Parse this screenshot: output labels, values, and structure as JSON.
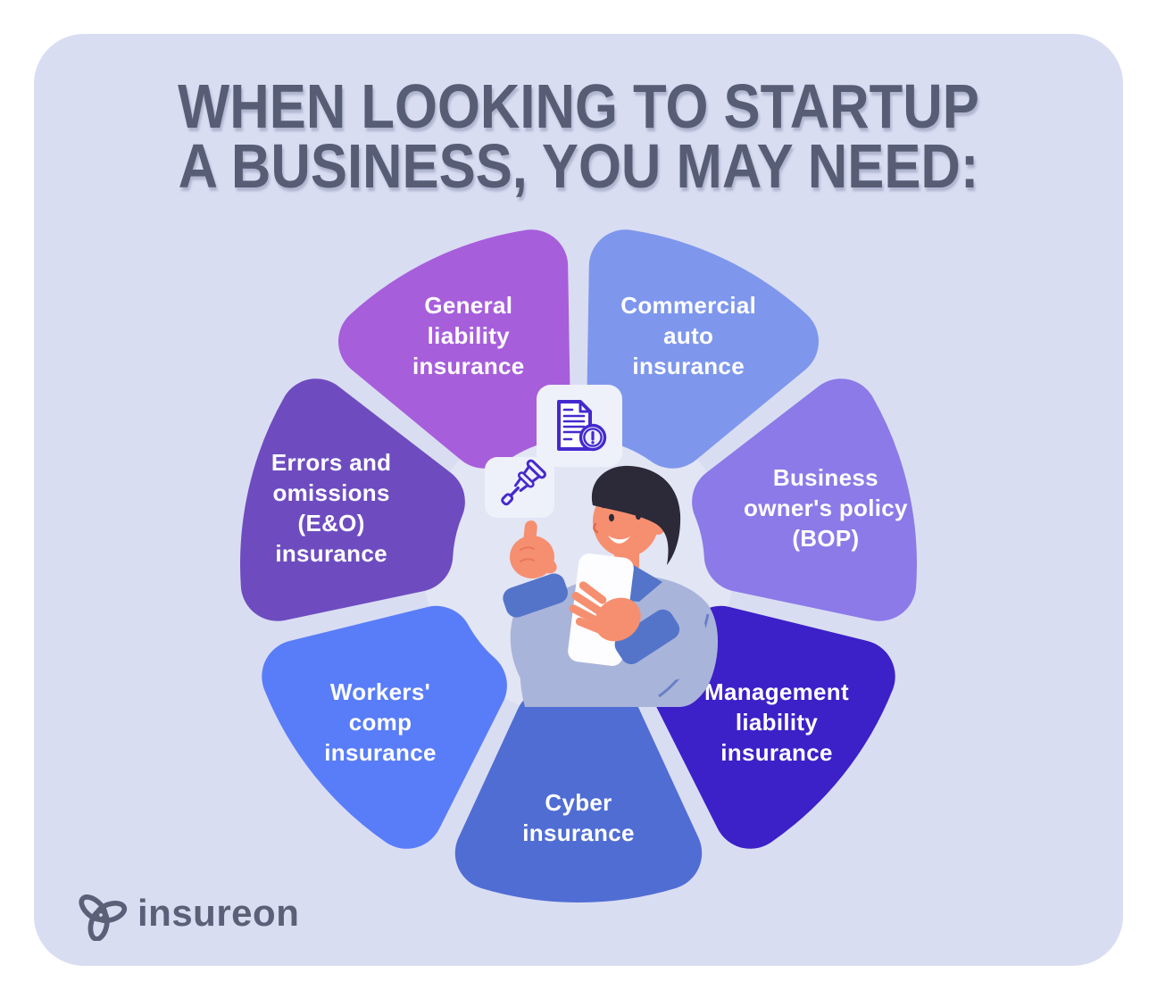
{
  "title": {
    "line1": "WHEN LOOKING TO STARTUP",
    "line2": "A BUSINESS, YOU MAY NEED:"
  },
  "logo": {
    "text": "insureon"
  },
  "colors": {
    "page_background": "#ffffff",
    "panel_background": "#d9ddf2",
    "center_disk": "#e2e5f4",
    "title_text": "#575d74",
    "petal_label_text": "#ffffff",
    "icon_card_background": "#eff1fa",
    "icon_stroke": "#4529ce",
    "logo_color": "#5b6078"
  },
  "diagram": {
    "type": "radial-petal-diagram",
    "center_illustration": "man-pointing-up-holding-tablet",
    "icons": [
      {
        "name": "insurance-policy-document-alert-icon"
      },
      {
        "name": "crutch-icon"
      }
    ],
    "petals": [
      {
        "id": "general-liability",
        "label": "General liability insurance",
        "lines": [
          "General",
          "liability",
          "insurance"
        ],
        "color": "#a75edb",
        "angle_deg": -115.71
      },
      {
        "id": "commercial-auto",
        "label": "Commercial auto insurance",
        "lines": [
          "Commercial",
          "auto",
          "insurance"
        ],
        "color": "#7e97ed",
        "angle_deg": -64.29
      },
      {
        "id": "business-owners-policy",
        "label": "Business owner's policy (BOP)",
        "lines": [
          "Business",
          "owner's policy",
          "(BOP)"
        ],
        "color": "#8b7ae8",
        "angle_deg": -12.86
      },
      {
        "id": "management-liability",
        "label": "Management liability insurance",
        "lines": [
          "Management",
          "liability",
          "insurance"
        ],
        "color": "#3c20c8",
        "angle_deg": 38.57
      },
      {
        "id": "cyber",
        "label": "Cyber insurance",
        "lines": [
          "Cyber",
          "insurance"
        ],
        "color": "#506dd4",
        "angle_deg": 90
      },
      {
        "id": "workers-comp",
        "label": "Workers' comp insurance",
        "lines": [
          "Workers'",
          "comp",
          "insurance"
        ],
        "color": "#597df9",
        "angle_deg": 141.43
      },
      {
        "id": "errors-omissions",
        "label": "Errors and omissions (E&O) insurance",
        "lines": [
          "Errors and",
          "omissions",
          "(E&O)",
          "insurance"
        ],
        "color": "#6e4cc0",
        "angle_deg": -167.14
      }
    ]
  }
}
